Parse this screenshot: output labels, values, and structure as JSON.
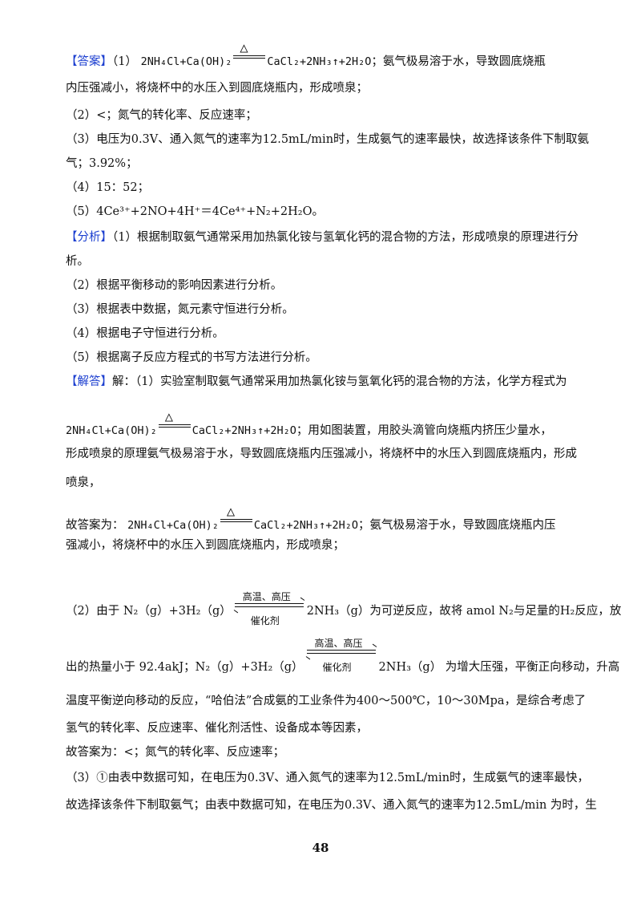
{
  "labels": {
    "answer": "【答案】",
    "analysis": "【分析】",
    "solution": "【解答】"
  },
  "eq_main": {
    "lhs": "2NH₄Cl+Ca(OH)₂",
    "cond": "△",
    "rhs": "CaCl₂+2NH₃↑+2H₂O"
  },
  "rev_cond": {
    "top": "高温、高压",
    "bottom": "催化剂"
  },
  "lines": {
    "a1_pre": "（1）",
    "a1_post": "；氨气极易溶于水，导致圆底烧瓶",
    "a1b": "内压强减小，将烧杯中的水压入到圆底烧瓶内，形成喷泉；",
    "a2": "（2）<；氮气的转化率、反应速率；",
    "a3": "（3）电压为0.3V、通入氮气的速率为12.5mL/min时，生成氨气的速率最快，故选择该条件下制取氨",
    "a3b": "气；3.92%；",
    "a4": "（4）15：52；",
    "a5": "（5）4Ce³⁺+2NO+4H⁺＝4Ce⁴⁺+N₂+2H₂O。",
    "f1": "（1）根据制取氨气通常采用加热氯化铵与氢氧化钙的混合物的方法，形成喷泉的原理进行分",
    "f1b": "析。",
    "f2": "（2）根据平衡移动的影响因素进行分析。",
    "f3": "（3）根据表中数据，氮元素守恒进行分析。",
    "f4": "（4）根据电子守恒进行分析。",
    "f5": "（5）根据离子反应方程式的书写方法进行分析。",
    "s1": "解：（1）实验室制取氨气通常采用加热氯化铵与氢氧化钙的混合物的方法，化学方程式为",
    "s1eq_post": "；用如图装置，用胶头滴管向烧瓶内挤压少量水，",
    "s1c": "形成喷泉的原理氨气极易溶于水，导致圆底烧瓶内压强减小，将烧杯中的水压入到圆底烧瓶内，形成",
    "s1d": "喷泉，",
    "s1e_pre": "故答案为：",
    "s1e_post": "；氨气极易溶于水，导致圆底烧瓶内压",
    "s1f": "强减小，将烧杯中的水压入到圆底烧瓶内，形成喷泉；",
    "s2_pre": "（2）由于 N₂（g）+3H₂（g）",
    "s2_post": "2NH₃（g）为可逆反应，故将 amol  N₂与足量的H₂反应，放",
    "s2b_pre": "出的热量小于 92.4akJ；N₂（g）+3H₂（g）",
    "s2b_post": "2NH₃（g）  为增大压强，平衡正向移动，升高",
    "s2c": "温度平衡逆向移动的反应，“哈伯法”合成氨的工业条件为400～500℃，10～30Mpa，是综合考虑了",
    "s2d": "氢气的转化率、反应速率、催化剂活性、设备成本等因素，",
    "s2e": "故答案为：<；氮气的转化率、反应速率；",
    "s3": "（3）①由表中数据可知，在电压为0.3V、通入氮气的速率为12.5mL/min时，生成氨气的速率最快，",
    "s3b": "故选择该条件下制取氨气；由表中数据可知，在电压为0.3V、通入氮气的速率为12.5mL/min 为时，生"
  },
  "page_number": "48"
}
